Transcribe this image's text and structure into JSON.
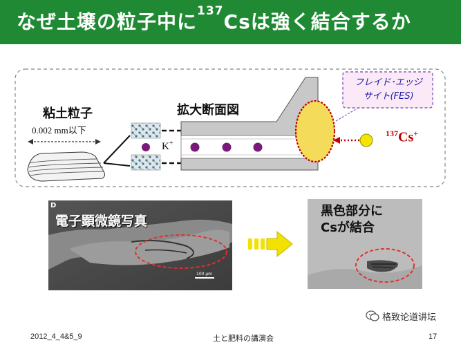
{
  "title": {
    "prefix": "なぜ土壌の粒子中に",
    "isotope_mass": "137",
    "element": "Cs",
    "suffix": "は強く結合するか"
  },
  "diagram": {
    "particle_label": "粘土粒子",
    "particle_size": "0.002 mm以下",
    "cross_section_label": "拡大断面図",
    "potassium_label": "K",
    "potassium_charge": "+",
    "fes_label_line1": "フレイド･エッジ",
    "fes_label_line2": "サイト(FES)",
    "cesium_mass": "137",
    "cesium_symbol": "Cs",
    "cesium_charge": "+"
  },
  "photo": {
    "panel_letter": "D",
    "caption": "電子顕微鏡写真",
    "scale_bar": "100 μm",
    "detail_caption_line1": "黒色部分に",
    "detail_caption_line2": "Csが結合"
  },
  "footer": {
    "date": "2012_4_4&5_9",
    "event": "土と肥料の講演会",
    "page": "17",
    "watermark": "格致论道讲坛"
  },
  "colors": {
    "title_bar": "#1f8a33",
    "accent_red": "#c00000",
    "fes_yellow": "#f4dc5a",
    "ion_purple": "#7a1a78",
    "arrow_yellow": "#f2e200"
  }
}
